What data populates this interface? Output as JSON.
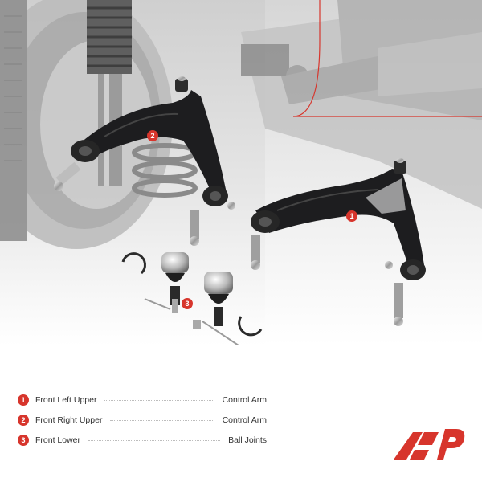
{
  "callouts": {
    "arm_right_upper": "2",
    "arm_left_upper": "1",
    "ball_joints": "3"
  },
  "legend": {
    "items": [
      {
        "num": "1",
        "label": "Front Left Upper",
        "value": "Control Arm"
      },
      {
        "num": "2",
        "label": "Front Right Upper",
        "value": "Control Arm"
      },
      {
        "num": "3",
        "label": "Front Lower",
        "value": "Ball Joints"
      }
    ]
  },
  "colors": {
    "accent": "#d7352c",
    "part": "#1d1d1f",
    "background_photo": "#d9d9d9"
  },
  "logo": {
    "icon": "ap-logo-icon"
  }
}
